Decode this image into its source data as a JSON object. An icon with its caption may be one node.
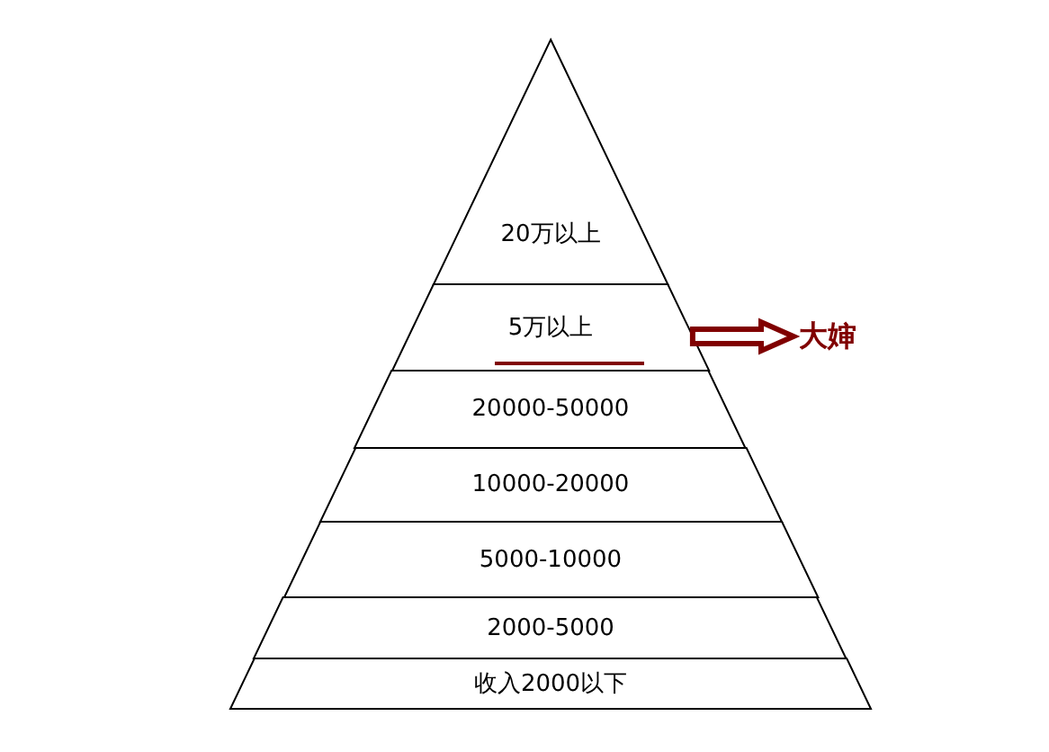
{
  "diagram": {
    "nodes": [
      {
        "text": [
          "20万以上"
        ]
      },
      {
        "text": [
          "5万以上"
        ]
      },
      {
        "text": [
          "20000-50000"
        ]
      },
      {
        "text": [
          "10000-20000"
        ]
      },
      {
        "text": [
          "5000-10000"
        ]
      },
      {
        "text": [
          "2000-5000"
        ]
      },
      {
        "text": [
          "收入2000以下"
        ]
      },
      {
        "text": [
          "大婶"
        ]
      }
    ],
    "edges": [
      {
        "from": 1,
        "to": 7,
        "arrow": "to",
        "style": "thick",
        "color": "#800000"
      }
    ]
  }
}
